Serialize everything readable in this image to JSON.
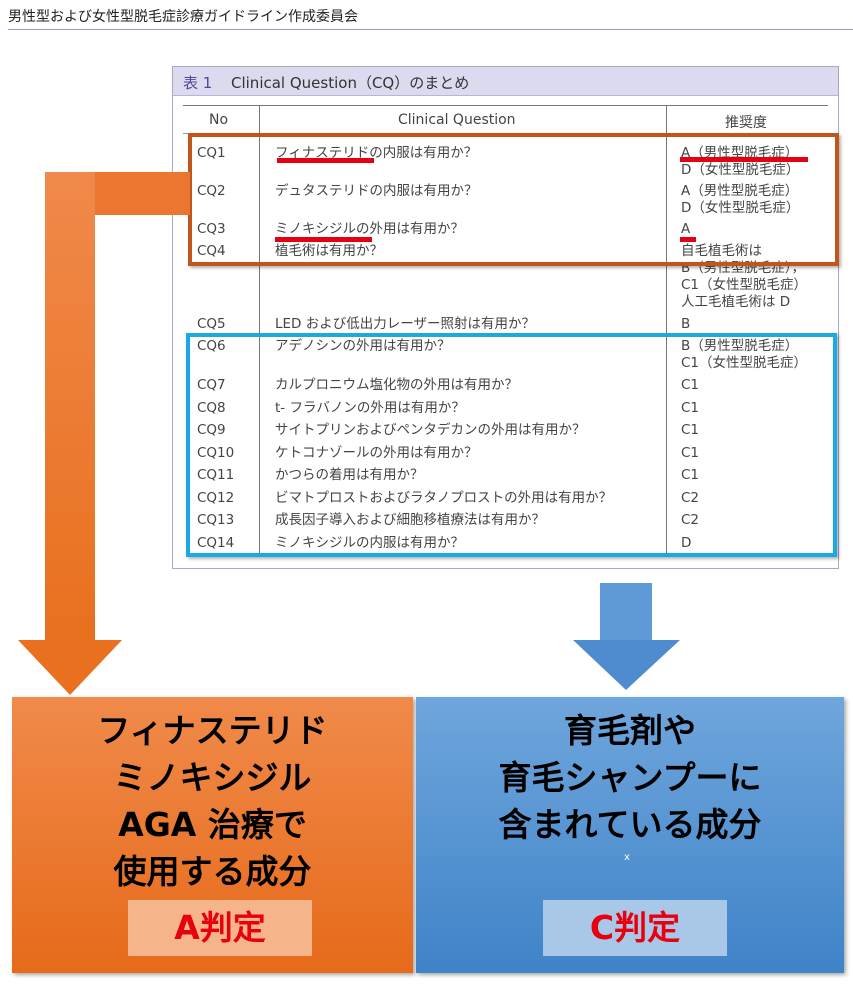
{
  "header": {
    "title": "男性型および女性型脱毛症診療ガイドライン作成委員会"
  },
  "table": {
    "number": "表 1",
    "title": "Clinical Question（CQ）のまとめ",
    "columns": [
      "No",
      "Clinical Question",
      "推奨度"
    ],
    "rows": [
      {
        "no": "CQ1",
        "question": "フィナステリドの内服は有用か？",
        "grade": "A（男性型脱毛症）\nD（女性型脱毛症）"
      },
      {
        "no": "CQ2",
        "question": "デュタステリドの内服は有用か？",
        "grade": "A（男性型脱毛症）\nD（女性型脱毛症）"
      },
      {
        "no": "CQ3",
        "question": "ミノキシジルの外用は有用か？",
        "grade": "A"
      },
      {
        "no": "CQ4",
        "question": "植毛術は有用か？",
        "grade": "自毛植毛術は\nB（男性型脱毛症），\nC1（女性型脱毛症）\n人工毛植毛術は D"
      },
      {
        "no": "CQ5",
        "question": "LED および低出力レーザー照射は有用か？",
        "grade": "B"
      },
      {
        "no": "CQ6",
        "question": "アデノシンの外用は有用か？",
        "grade": "B（男性型脱毛症）\nC1（女性型脱毛症）"
      },
      {
        "no": "CQ7",
        "question": "カルプロニウム塩化物の外用は有用か？",
        "grade": "C1"
      },
      {
        "no": "CQ8",
        "question": "t- フラバノンの外用は有用か？",
        "grade": "C1"
      },
      {
        "no": "CQ9",
        "question": "サイトプリンおよびペンタデカンの外用は有用か？",
        "grade": "C1"
      },
      {
        "no": "CQ10",
        "question": "ケトコナゾールの外用は有用か？",
        "grade": "C1"
      },
      {
        "no": "CQ11",
        "question": "かつらの着用は有用か？",
        "grade": "C1"
      },
      {
        "no": "CQ12",
        "question": "ビマトプロストおよびラタノプロストの外用は有用か？",
        "grade": "C2"
      },
      {
        "no": "CQ13",
        "question": "成長因子導入および細胞移植療法は有用か？",
        "grade": "C2"
      },
      {
        "no": "CQ14",
        "question": "ミノキシジルの内服は有用か？",
        "grade": "D"
      }
    ]
  },
  "left_panel": {
    "lines": [
      "フィナステリド",
      "ミノキシジル",
      "AGA 治療で",
      "使用する成分"
    ],
    "judgement": "A判定"
  },
  "right_panel": {
    "lines": [
      "育毛剤や",
      "育毛シャンプーに",
      "含まれている成分"
    ],
    "judgement": "C判定",
    "stray_mark": "x"
  },
  "colors": {
    "orange": "#e66a1a",
    "blue": "#3f83c8",
    "highlight_red": "#e40012"
  }
}
